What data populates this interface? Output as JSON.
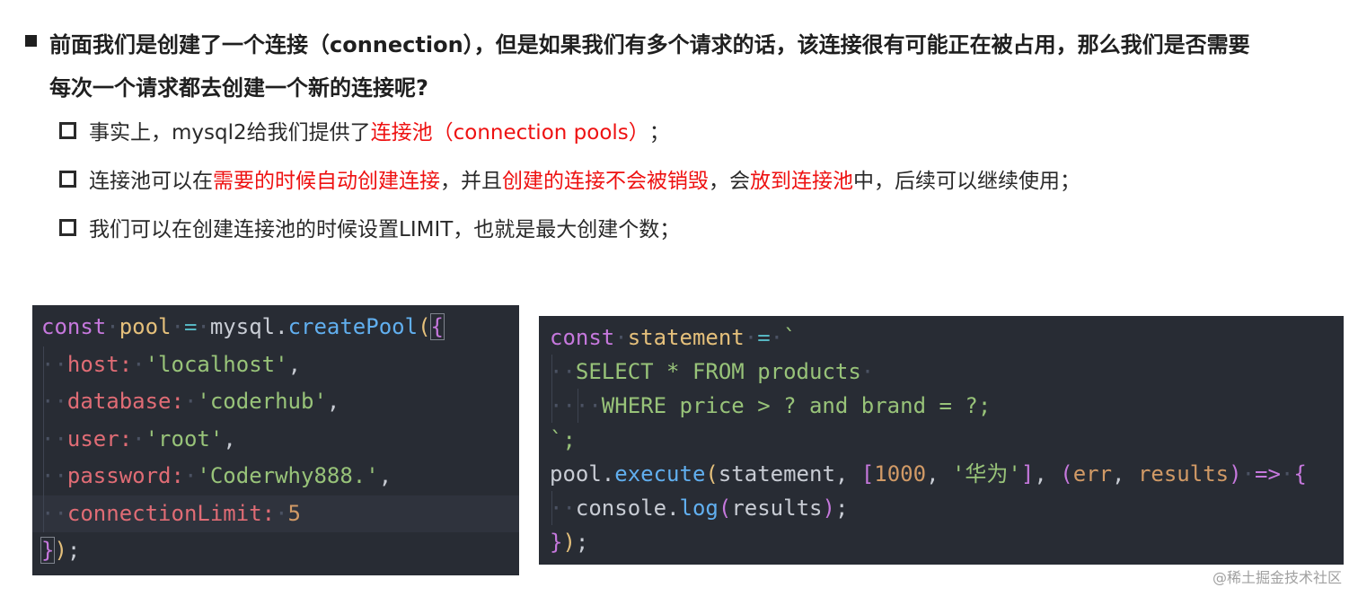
{
  "main_point": {
    "line1": "前面我们是创建了一个连接（connection），但是如果我们有多个请求的话，该连接很有可能正在被占用，那么我们是否需要",
    "line2": "每次一个请求都去创建一个新的连接呢?"
  },
  "sub_points": [
    {
      "parts": [
        "事实上，mysql2给我们提供了",
        "连接池（connection pools）",
        "；"
      ]
    },
    {
      "parts": [
        "连接池可以在",
        "需要的时候自动创建连接",
        "，并且",
        "创建的连接不会被销毁",
        "，会",
        "放到连接池",
        "中，后续可以继续使用；"
      ]
    },
    {
      "parts": [
        "我们可以在创建连接池的时候设置LIMIT，也就是最大创建个数；"
      ]
    }
  ],
  "code_left": {
    "l1": {
      "kw": "const",
      "name": "pool",
      "op": "=",
      "obj": "mysql",
      "dot": ".",
      "fn": "createPool",
      "open_paren": "(",
      "open_brace": "{"
    },
    "l2": {
      "key": "host:",
      "value": "'localhost'",
      "comma": ","
    },
    "l3": {
      "key": "database:",
      "value": "'coderhub'",
      "comma": ","
    },
    "l4": {
      "key": "user:",
      "value": "'root'",
      "comma": ","
    },
    "l5": {
      "key": "password:",
      "value": "'Coderwhy888.'",
      "comma": ","
    },
    "l6": {
      "key": "connectionLimit:",
      "value": "5"
    },
    "l7": {
      "close_brace": "}",
      "close_paren": ")",
      "semi": ";"
    }
  },
  "code_right": {
    "l1": {
      "kw": "const",
      "name": "statement",
      "op": "=",
      "tick": "`"
    },
    "l2": {
      "sql": "SELECT * FROM products"
    },
    "l3": {
      "sql": "WHERE price > ? and brand = ?;"
    },
    "l4": {
      "end": "`;"
    },
    "l5": {
      "obj": "pool",
      "dot": ".",
      "fn": "execute",
      "open": "(",
      "arg1": "statement",
      "comma1": ", ",
      "arr_open": "[",
      "num": "1000",
      "comma2": ", ",
      "str": "'华为'",
      "arr_close": "]",
      "comma3": ", ",
      "p_open": "(",
      "p1": "err",
      "comma4": ", ",
      "p2": "results",
      "p_close": ")",
      "arrow": "=>",
      "brace": "{"
    },
    "l6": {
      "obj": "console",
      "dot": ".",
      "fn": "log",
      "open": "(",
      "arg": "results",
      "close": ")",
      "semi": ";"
    },
    "l7": {
      "brace": "}",
      "paren": ")",
      "semi": ";"
    }
  },
  "watermark": "@稀土掘金技术社区"
}
